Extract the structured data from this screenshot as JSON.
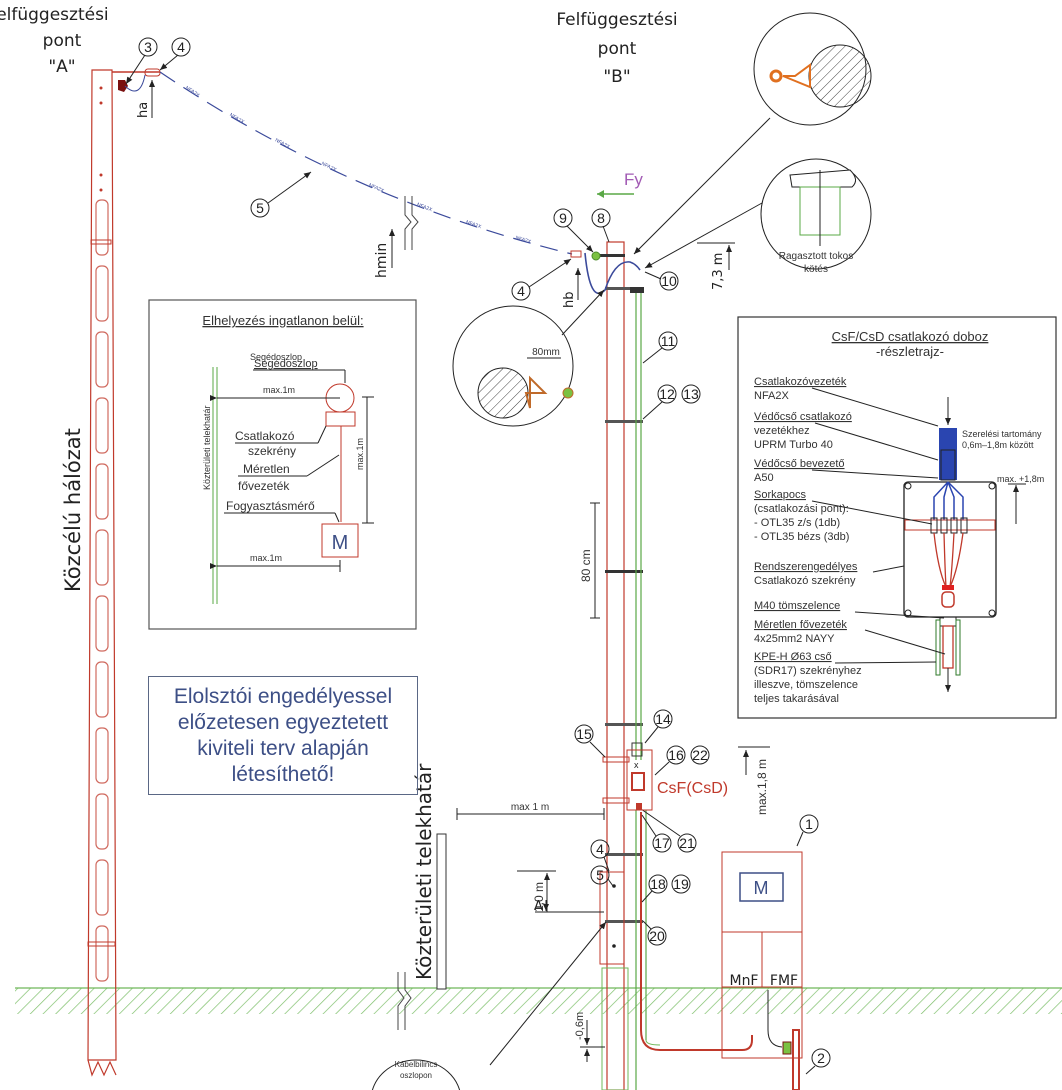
{
  "title_a": {
    "line1": "Felfüggesztési",
    "line2": "pont",
    "line3": "\"A\""
  },
  "title_b": {
    "line1": "Felfüggesztési",
    "line2": "pont",
    "line3": "\"B\""
  },
  "labels": {
    "ha": "ha",
    "hb": "hb",
    "hmin": "hmin",
    "fy": "Fy",
    "cable_mark": "NFA2X",
    "public_network": "Közcélú hálózat",
    "public_boundary": "Közterületi telekhatár",
    "dim_7_3": "7,3 m",
    "dim_80cm": "80 cm",
    "dim_80mm": "80mm",
    "dim_max_1m": "max 1 m",
    "dim_max_1_8": "max.1,8 m",
    "dim_1_0": "1,0 m",
    "dim_a": "A",
    "dim_0_6": "-0,6m",
    "csf": "CsF(CsD)",
    "meter": "M",
    "mnf": "MnF",
    "fmf": "FMF",
    "detail_glued": {
      "line1": "Ragasztott tokos",
      "line2": "kötés"
    },
    "detail_clamp": {
      "line1": "Kábelbilincs",
      "line2": "oszlopon"
    }
  },
  "callouts": [
    "1",
    "2",
    "3",
    "4",
    "4",
    "4",
    "5",
    "5",
    "8",
    "9",
    "10",
    "11",
    "12",
    "13",
    "14",
    "15",
    "16",
    "22",
    "17",
    "21",
    "18",
    "19",
    "20"
  ],
  "placement_inset": {
    "title": "Elhelyezés ingatlanon belül:",
    "aux_pole": "Segédoszlop",
    "boundary": "Közterületi telekhatár",
    "max1m_top": "max.1m",
    "max1m_side": "max.1m",
    "max1m_bottom": "max.1m",
    "box_line1": "Csatlakozó",
    "box_line2": "szekrény",
    "main_line1": "Méretlen",
    "main_line2": "fővezeték",
    "meter_label": "Fogyasztásmérő",
    "meter": "M"
  },
  "note": {
    "line1": "Elolsztói engedélyessel",
    "line2": "előzetesen egyeztetett",
    "line3": "kiviteli terv alapján",
    "line4": "létesíthető!"
  },
  "detail_box": {
    "title": "CsF/CsD csatlakozó doboz",
    "subtitle": "-részletrajz-",
    "items": [
      {
        "head": "Csatlakozóvezeték",
        "lines": [
          "NFA2X"
        ]
      },
      {
        "head": "Védőcső csatlakozó",
        "lines": [
          "vezetékhez",
          "UPRM Turbo 40"
        ]
      },
      {
        "head": "Védőcső bevezető",
        "lines": [
          "A50"
        ]
      },
      {
        "head": "Sorkapocs",
        "lines": [
          "(csatlakozási pont):",
          "- OTL35 z/s (1db)",
          "- OTL35 bézs (3db)"
        ]
      },
      {
        "head": "Rendszerengedélyes",
        "lines": [
          "Csatlakozó szekrény"
        ]
      },
      {
        "head": "M40 tömszelence",
        "lines": []
      },
      {
        "head": "Méretlen fővezeték",
        "lines": [
          "4x25mm2 NAYY"
        ]
      },
      {
        "head": "KPE-H Ø63 cső",
        "lines": [
          "(SDR17) szekrényhez",
          "illeszve, tömszelence",
          "teljes takarásával"
        ]
      }
    ],
    "range_line1": "Szerelési tartomány",
    "range_line2": "0,6m–1,8m között",
    "max_height": "max. +1,8m"
  }
}
